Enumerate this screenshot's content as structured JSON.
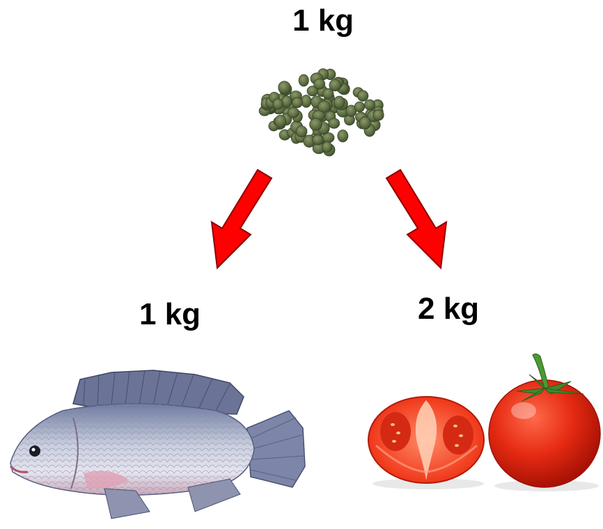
{
  "diagram": {
    "feed": {
      "label": "1 kg",
      "icon": "feed-pellets-icon"
    },
    "fish": {
      "label": "1 kg",
      "icon": "tilapia-fish-icon"
    },
    "tomato": {
      "label": "2 kg",
      "icon": "tomato-icon"
    },
    "arrow_color": "#ff0000"
  }
}
